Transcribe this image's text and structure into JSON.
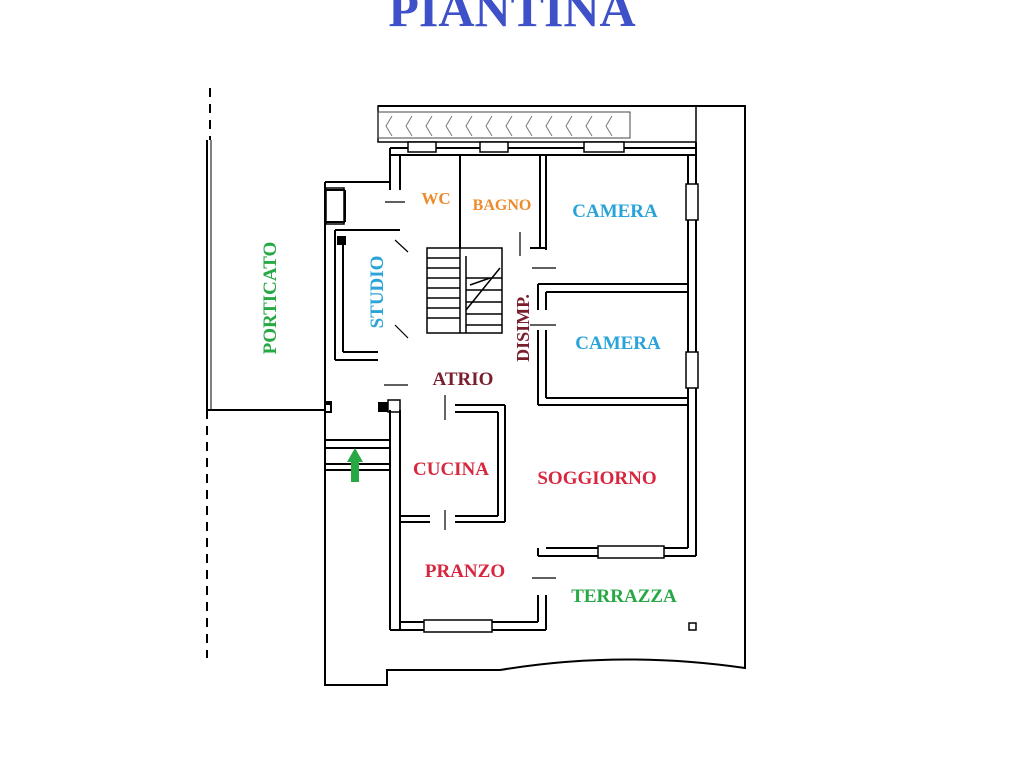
{
  "title": "PIANTINA",
  "colors": {
    "title": "#3f51c8",
    "wet_rooms": "#ee8a2a",
    "bedrooms": "#29a3d8",
    "living": "#d7263d",
    "corridor": "#7a1e2e",
    "outdoor": "#27a844",
    "walls": "#000000",
    "entry_arrow": "#27a844"
  },
  "rooms": {
    "wc": "WC",
    "bagno": "BAGNO",
    "camera_1": "CAMERA",
    "camera_2": "CAMERA",
    "studio": "STUDIO",
    "disimpegno": "DISIMP.",
    "atrio": "ATRIO",
    "cucina": "CUCINA",
    "soggiorno": "SOGGIORNO",
    "pranzo": "PRANZO",
    "terrazza": "TERRAZZA",
    "porticato": "PORTICATO"
  },
  "icons": {
    "entry_arrow": "up-arrow-icon",
    "staircase": "staircase-icon"
  }
}
